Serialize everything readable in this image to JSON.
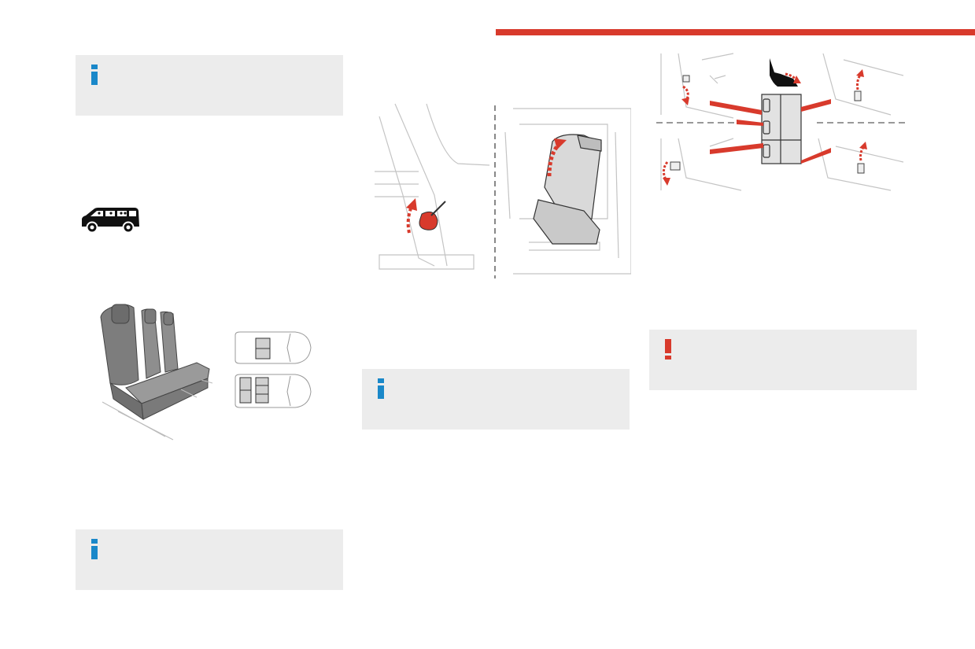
{
  "colors": {
    "accent_red": "#d83a2c",
    "info_blue": "#1a88c9",
    "box_grey": "#ececec",
    "line_grey": "#b8b8b8"
  },
  "header": {
    "accent_bar": "red-rule"
  },
  "info_boxes": [
    {
      "icon": "info-icon"
    },
    {
      "icon": "info-icon"
    },
    {
      "icon": "info-icon"
    }
  ],
  "warning_box": {
    "icon": "warning-exclamation-icon"
  },
  "illustrations": [
    {
      "name": "van-silhouette"
    },
    {
      "name": "rear-bench-seat"
    },
    {
      "name": "seat-layout-top-view"
    },
    {
      "name": "seat-tilt-procedure"
    },
    {
      "name": "seat-anchor-details"
    }
  ]
}
